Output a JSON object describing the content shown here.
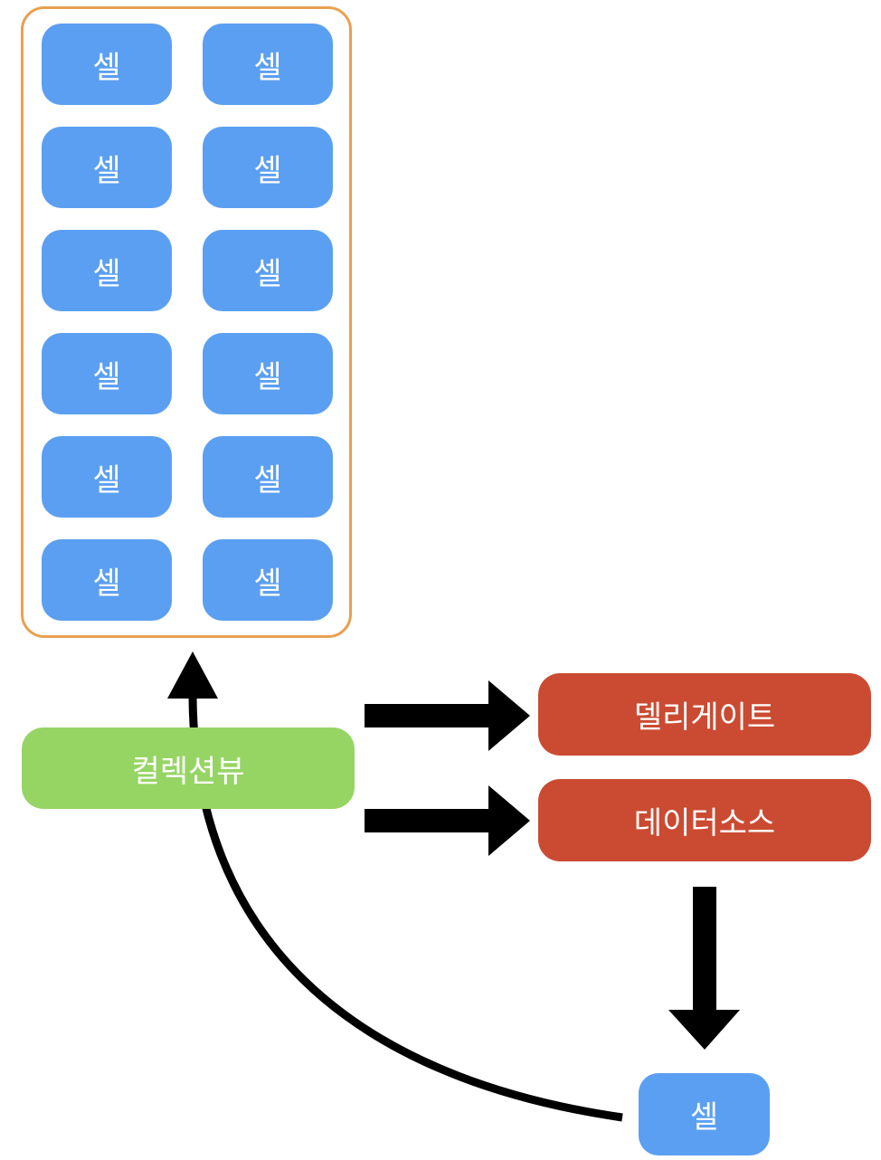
{
  "grid": {
    "cells": [
      "셀",
      "셀",
      "셀",
      "셀",
      "셀",
      "셀",
      "셀",
      "셀",
      "셀",
      "셀",
      "셀",
      "셀"
    ]
  },
  "nodes": {
    "collection_view": "컬렉션뷰",
    "delegate": "델리게이트",
    "data_source": "데이터소스",
    "cell": "셀"
  },
  "colors": {
    "cell_blue": "#5b9ff2",
    "collection_view_green": "#96d564",
    "delegate_red": "#cb4b32",
    "frame_orange": "#e9a050",
    "arrow_black": "#000000"
  }
}
